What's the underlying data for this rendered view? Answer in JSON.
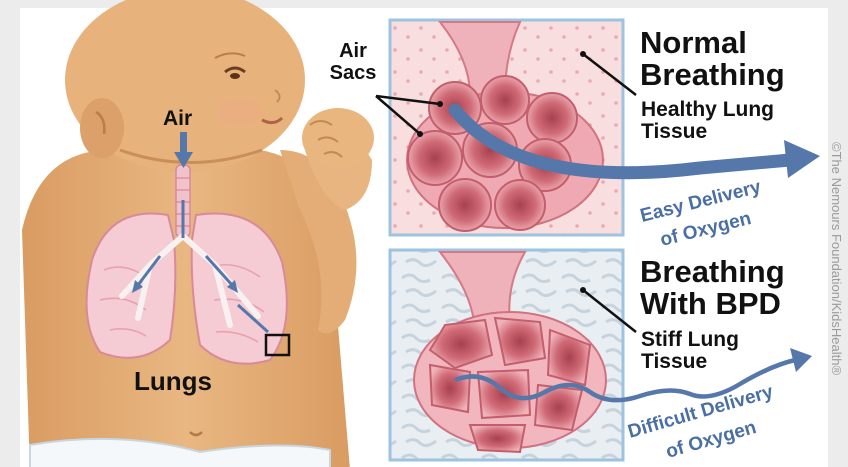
{
  "labels": {
    "air": "Air",
    "air_sacs": "Air Sacs",
    "lungs": "Lungs"
  },
  "panels": {
    "normal": {
      "heading": "Normal Breathing",
      "heading_line1": "Normal",
      "heading_line2": "Breathing",
      "tissue_label": "Healthy Lung Tissue",
      "tissue_line1": "Healthy Lung",
      "tissue_line2": "Tissue",
      "delivery_line1": "Easy Delivery",
      "delivery_line2": "of Oxygen"
    },
    "bpd": {
      "heading": "Breathing With BPD",
      "heading_line1": "Breathing",
      "heading_line2": "With BPD",
      "tissue_label": "Stiff Lung Tissue",
      "tissue_line1": "Stiff Lung",
      "tissue_line2": "Tissue",
      "delivery_line1": "Difficult Delivery",
      "delivery_line2": "of Oxygen"
    }
  },
  "credit": "©The Nemours Foundation/KidsHealth®",
  "colors": {
    "skin": "#e3ae78",
    "skin_shadow": "#c98f58",
    "lung": "#f2c7d0",
    "alveoli": "#d4707b",
    "alveoli_dark": "#b34f5d",
    "panel_border": "#9cc3e0",
    "arrow_blue": "#5577aa",
    "caption_blue": "#4a6fa5"
  }
}
